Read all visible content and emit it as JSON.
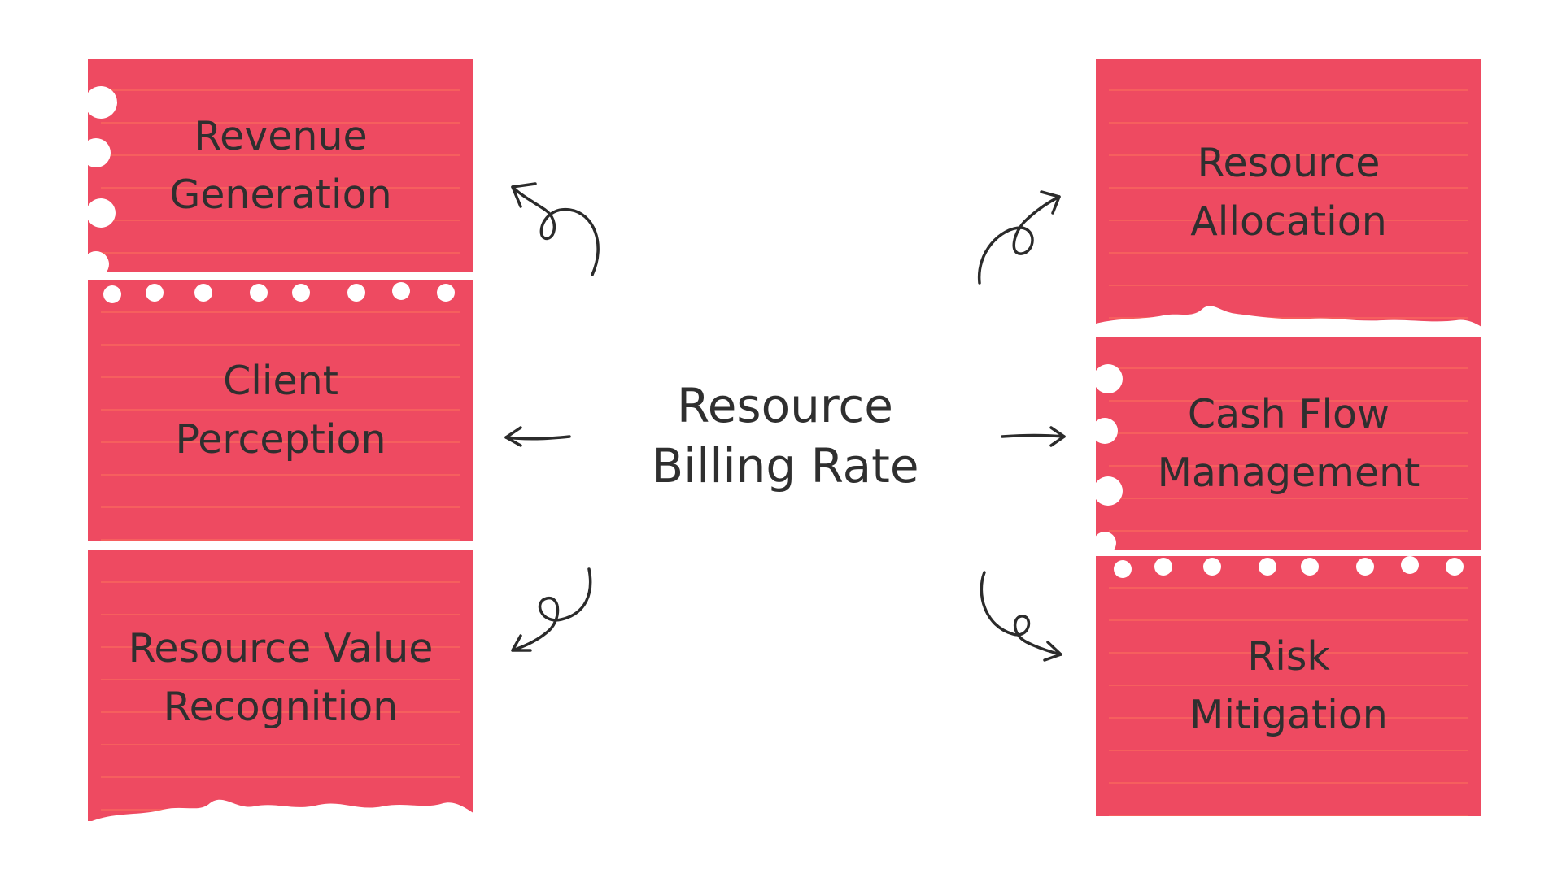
{
  "center": {
    "line1": "Resource",
    "line2": "Billing Rate"
  },
  "left_notes": [
    {
      "line1": "Revenue",
      "line2": "Generation"
    },
    {
      "line1": "Client",
      "line2": "Perception"
    },
    {
      "line1": "Resource Value",
      "line2": "Recognition"
    }
  ],
  "right_notes": [
    {
      "line1": "Resource",
      "line2": "Allocation"
    },
    {
      "line1": "Cash Flow",
      "line2": "Management"
    },
    {
      "line1": "Risk",
      "line2": "Mitigation"
    }
  ],
  "colors": {
    "note": "#ee4a61",
    "text": "#2f2f2f",
    "arrow": "#2b2b2b",
    "background": "#ffffff"
  }
}
